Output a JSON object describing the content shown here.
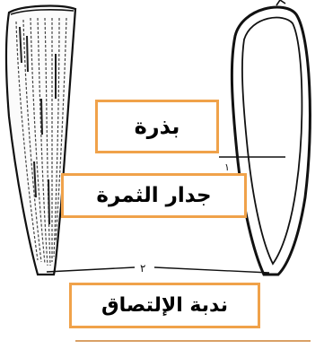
{
  "labels": {
    "seed": "بذرة",
    "fruit_wall": "جدار الثمرة",
    "attachment_scar": "ندبة الإلتصاق"
  },
  "marks": {
    "numeral_1": "١",
    "numeral_2": "٢"
  },
  "colors": {
    "label_border": "#f0a24a",
    "ink": "#000000",
    "rule": "#d9a066"
  }
}
